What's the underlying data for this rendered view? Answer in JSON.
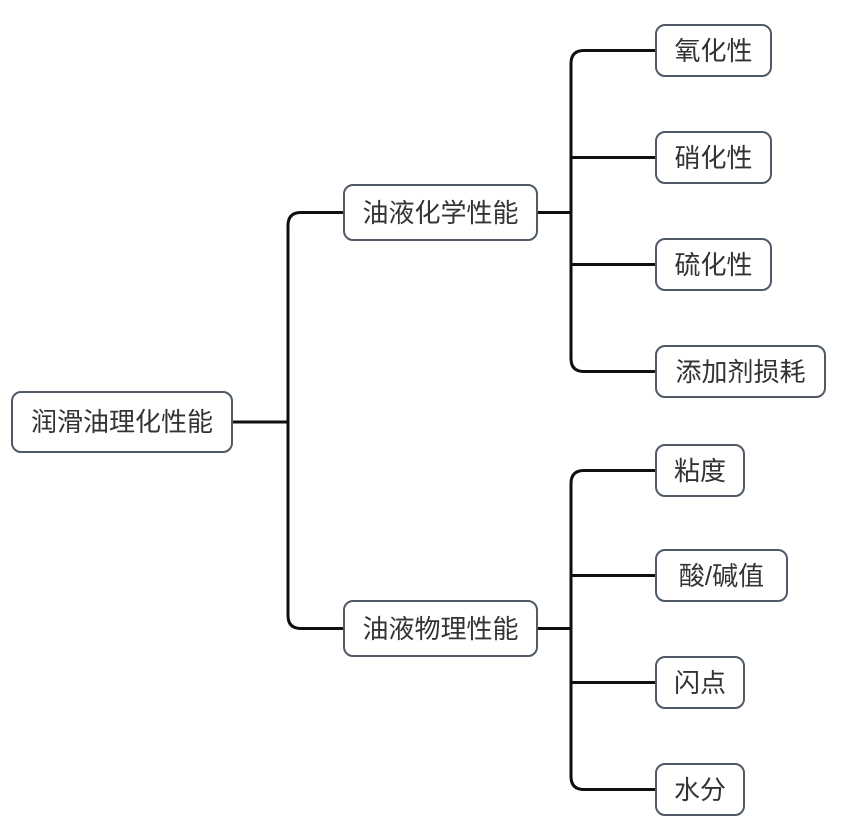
{
  "diagram": {
    "type": "tree-mindmap",
    "orientation": "left-to-right",
    "colors": {
      "background": "#ffffff",
      "node_border": "#505a66",
      "node_fill": "#ffffff",
      "node_text": "#333333",
      "connector": "#0f0f0f"
    },
    "root": {
      "label": "润滑油理化性能"
    },
    "branches": [
      {
        "label": "油液化学性能",
        "children": [
          {
            "label": "氧化性"
          },
          {
            "label": "硝化性"
          },
          {
            "label": "硫化性"
          },
          {
            "label": "添加剂损耗"
          }
        ]
      },
      {
        "label": "油液物理性能",
        "children": [
          {
            "label": "粘度"
          },
          {
            "label": "酸/碱值"
          },
          {
            "label": "闪点"
          },
          {
            "label": "水分"
          }
        ]
      }
    ]
  }
}
